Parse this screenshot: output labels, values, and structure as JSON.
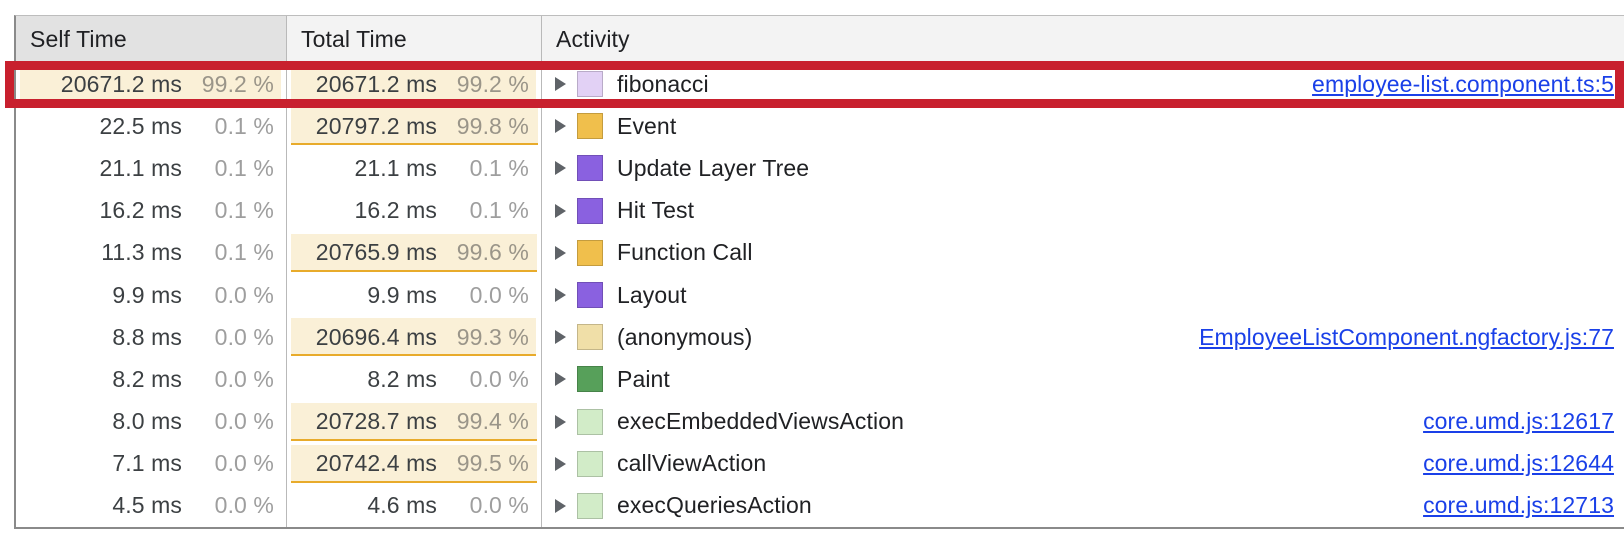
{
  "panel": {
    "name": "performance-bottom-up-tree",
    "columns": [
      {
        "key": "self_time",
        "label": "Self Time",
        "sorted": true
      },
      {
        "key": "total_time",
        "label": "Total Time",
        "sorted": false
      },
      {
        "key": "activity",
        "label": "Activity",
        "sorted": false
      }
    ]
  },
  "colors": {
    "highlight_bar": "#faf0d7",
    "highlight_bar_border": "#e8ab2b",
    "link": "#1a40e8",
    "annotation_red": "#c8202e",
    "header_bg": "#f3f3f3",
    "header_sorted_bg": "#e2e2e2",
    "text": "#202124",
    "percent_text": "#9a9589"
  },
  "annotation": {
    "type": "red-rectangle-highlight",
    "target_row_index": 0,
    "color": "#c8202e"
  },
  "rows": [
    {
      "self_ms": "20671.2 ms",
      "self_pct": "99.2 %",
      "self_bar_pct": 99.2,
      "self_bar_show": true,
      "total_ms": "20671.2 ms",
      "total_pct": "99.2 %",
      "total_bar_pct": 99.2,
      "total_bar_show": true,
      "activity": "fibonacci",
      "swatch": "#e2d1f5",
      "swatch_name": "swatch-scripting-light-purple",
      "link": "employee-list.component.ts:5",
      "highlighted": true
    },
    {
      "self_ms": "22.5 ms",
      "self_pct": "0.1 %",
      "self_bar_pct": 0.1,
      "self_bar_show": false,
      "total_ms": "20797.2 ms",
      "total_pct": "99.8 %",
      "total_bar_pct": 99.8,
      "total_bar_show": true,
      "activity": "Event",
      "swatch": "#f0bf4c",
      "swatch_name": "swatch-event-yellow",
      "link": "",
      "highlighted": false
    },
    {
      "self_ms": "21.1 ms",
      "self_pct": "0.1 %",
      "self_bar_pct": 0.1,
      "self_bar_show": false,
      "total_ms": "21.1 ms",
      "total_pct": "0.1 %",
      "total_bar_pct": 0.1,
      "total_bar_show": false,
      "activity": "Update Layer Tree",
      "swatch": "#8a61e0",
      "swatch_name": "swatch-rendering-purple",
      "link": "",
      "highlighted": false
    },
    {
      "self_ms": "16.2 ms",
      "self_pct": "0.1 %",
      "self_bar_pct": 0.1,
      "self_bar_show": false,
      "total_ms": "16.2 ms",
      "total_pct": "0.1 %",
      "total_bar_pct": 0.1,
      "total_bar_show": false,
      "activity": "Hit Test",
      "swatch": "#8a61e0",
      "swatch_name": "swatch-rendering-purple",
      "link": "",
      "highlighted": false
    },
    {
      "self_ms": "11.3 ms",
      "self_pct": "0.1 %",
      "self_bar_pct": 0.1,
      "self_bar_show": false,
      "total_ms": "20765.9 ms",
      "total_pct": "99.6 %",
      "total_bar_pct": 99.6,
      "total_bar_show": true,
      "activity": "Function Call",
      "swatch": "#f0bf4c",
      "swatch_name": "swatch-scripting-yellow",
      "link": "",
      "highlighted": false
    },
    {
      "self_ms": "9.9 ms",
      "self_pct": "0.0 %",
      "self_bar_pct": 0.0,
      "self_bar_show": false,
      "total_ms": "9.9 ms",
      "total_pct": "0.0 %",
      "total_bar_pct": 0.0,
      "total_bar_show": false,
      "activity": "Layout",
      "swatch": "#8a61e0",
      "swatch_name": "swatch-rendering-purple",
      "link": "",
      "highlighted": false
    },
    {
      "self_ms": "8.8 ms",
      "self_pct": "0.0 %",
      "self_bar_pct": 0.0,
      "self_bar_show": false,
      "total_ms": "20696.4 ms",
      "total_pct": "99.3 %",
      "total_bar_pct": 99.3,
      "total_bar_show": true,
      "activity": "(anonymous)",
      "swatch": "#f0dfa8",
      "swatch_name": "swatch-scripting-pale-yellow",
      "link": "EmployeeListComponent.ngfactory.js:77",
      "highlighted": false
    },
    {
      "self_ms": "8.2 ms",
      "self_pct": "0.0 %",
      "self_bar_pct": 0.0,
      "self_bar_show": false,
      "total_ms": "8.2 ms",
      "total_pct": "0.0 %",
      "total_bar_pct": 0.0,
      "total_bar_show": false,
      "activity": "Paint",
      "swatch": "#57a05a",
      "swatch_name": "swatch-painting-green",
      "link": "",
      "highlighted": false
    },
    {
      "self_ms": "8.0 ms",
      "self_pct": "0.0 %",
      "self_bar_pct": 0.0,
      "self_bar_show": false,
      "total_ms": "20728.7 ms",
      "total_pct": "99.4 %",
      "total_bar_pct": 99.4,
      "total_bar_show": true,
      "activity": "execEmbeddedViewsAction",
      "swatch": "#d2ecc8",
      "swatch_name": "swatch-scripting-pale-green",
      "link": "core.umd.js:12617",
      "highlighted": false
    },
    {
      "self_ms": "7.1 ms",
      "self_pct": "0.0 %",
      "self_bar_pct": 0.0,
      "self_bar_show": false,
      "total_ms": "20742.4 ms",
      "total_pct": "99.5 %",
      "total_bar_pct": 99.5,
      "total_bar_show": true,
      "activity": "callViewAction",
      "swatch": "#d2ecc8",
      "swatch_name": "swatch-scripting-pale-green",
      "link": "core.umd.js:12644",
      "highlighted": false
    },
    {
      "self_ms": "4.5 ms",
      "self_pct": "0.0 %",
      "self_bar_pct": 0.0,
      "self_bar_show": false,
      "total_ms": "4.6 ms",
      "total_pct": "0.0 %",
      "total_bar_pct": 0.0,
      "total_bar_show": false,
      "activity": "execQueriesAction",
      "swatch": "#d2ecc8",
      "swatch_name": "swatch-scripting-pale-green",
      "link": "core.umd.js:12713",
      "highlighted": false
    }
  ]
}
